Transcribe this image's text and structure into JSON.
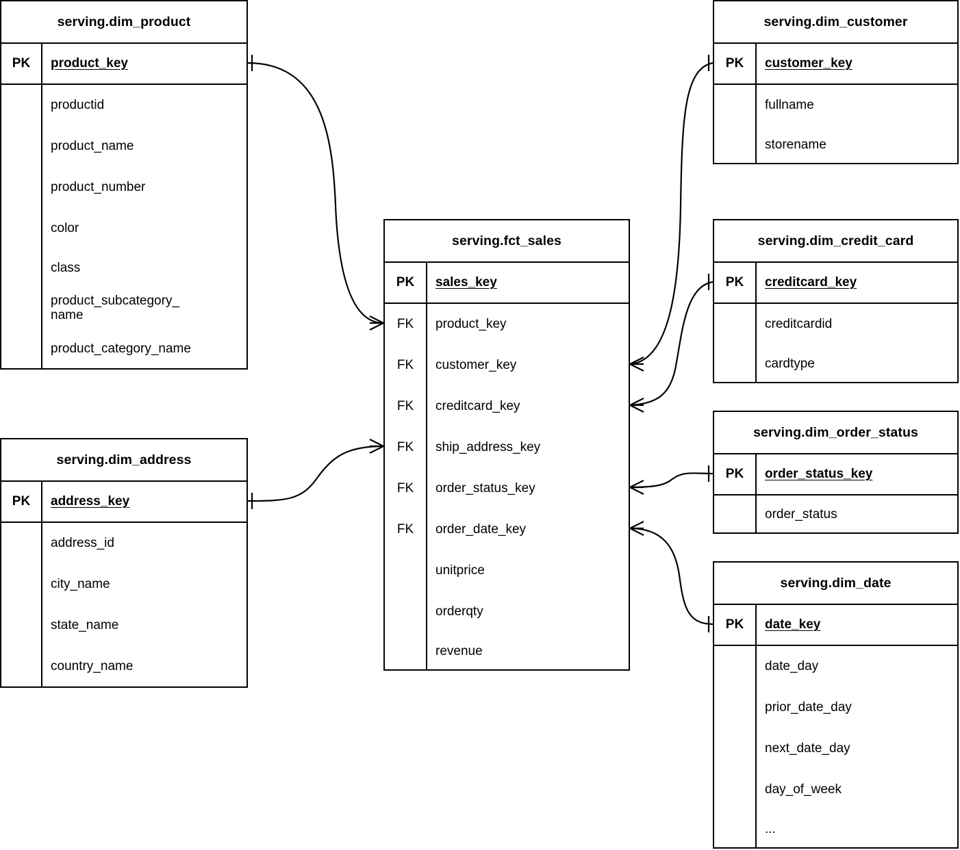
{
  "diagram": {
    "type": "entity-relationship-diagram",
    "notation": "crow's-foot",
    "background_color": "#ffffff",
    "line_color": "#000000"
  },
  "entities": [
    {
      "id": "dim_product",
      "title": "serving.dim_product",
      "pk": {
        "key_label": "PK",
        "field": "product_key"
      },
      "attributes": [
        {
          "key_label": "",
          "field": "productid"
        },
        {
          "key_label": "",
          "field": "product_name"
        },
        {
          "key_label": "",
          "field": "product_number"
        },
        {
          "key_label": "",
          "field": "color"
        },
        {
          "key_label": "",
          "field": "class"
        },
        {
          "key_label": "",
          "field": "product_subcategory_\nname"
        },
        {
          "key_label": "",
          "field": "product_category_name"
        }
      ]
    },
    {
      "id": "dim_address",
      "title": "serving.dim_address",
      "pk": {
        "key_label": "PK",
        "field": "address_key"
      },
      "attributes": [
        {
          "key_label": "",
          "field": "address_id"
        },
        {
          "key_label": "",
          "field": "city_name"
        },
        {
          "key_label": "",
          "field": "state_name"
        },
        {
          "key_label": "",
          "field": "country_name"
        }
      ]
    },
    {
      "id": "fct_sales",
      "title": "serving.fct_sales",
      "pk": {
        "key_label": "PK",
        "field": "sales_key"
      },
      "attributes": [
        {
          "key_label": "FK",
          "field": "product_key"
        },
        {
          "key_label": "FK",
          "field": "customer_key"
        },
        {
          "key_label": "FK",
          "field": "creditcard_key"
        },
        {
          "key_label": "FK",
          "field": "ship_address_key"
        },
        {
          "key_label": "FK",
          "field": "order_status_key"
        },
        {
          "key_label": "FK",
          "field": "order_date_key"
        },
        {
          "key_label": "",
          "field": "unitprice"
        },
        {
          "key_label": "",
          "field": "orderqty"
        },
        {
          "key_label": "",
          "field": "revenue"
        }
      ]
    },
    {
      "id": "dim_customer",
      "title": "serving.dim_customer",
      "pk": {
        "key_label": "PK",
        "field": "customer_key"
      },
      "attributes": [
        {
          "key_label": "",
          "field": "fullname"
        },
        {
          "key_label": "",
          "field": "storename"
        }
      ]
    },
    {
      "id": "dim_credit_card",
      "title": "serving.dim_credit_card",
      "pk": {
        "key_label": "PK",
        "field": "creditcard_key"
      },
      "attributes": [
        {
          "key_label": "",
          "field": "creditcardid"
        },
        {
          "key_label": "",
          "field": "cardtype"
        }
      ]
    },
    {
      "id": "dim_order_status",
      "title": "serving.dim_order_status",
      "pk": {
        "key_label": "PK",
        "field": "order_status_key"
      },
      "attributes": [
        {
          "key_label": "",
          "field": "order_status"
        }
      ]
    },
    {
      "id": "dim_date",
      "title": "serving.dim_date",
      "pk": {
        "key_label": "PK",
        "field": "date_key"
      },
      "attributes": [
        {
          "key_label": "",
          "field": "date_day"
        },
        {
          "key_label": "",
          "field": "prior_date_day"
        },
        {
          "key_label": "",
          "field": "next_date_day"
        },
        {
          "key_label": "",
          "field": "day_of_week"
        },
        {
          "key_label": "",
          "field": "..."
        }
      ]
    }
  ],
  "relationships": [
    {
      "id": "rel-product-sales",
      "from_entity": "dim_product",
      "from_field": "product_key",
      "from_cardinality": "one",
      "to_entity": "fct_sales",
      "to_field": "product_key",
      "to_cardinality": "many"
    },
    {
      "id": "rel-customer-sales",
      "from_entity": "dim_customer",
      "from_field": "customer_key",
      "from_cardinality": "one",
      "to_entity": "fct_sales",
      "to_field": "customer_key",
      "to_cardinality": "many"
    },
    {
      "id": "rel-creditcard-sales",
      "from_entity": "dim_credit_card",
      "from_field": "creditcard_key",
      "from_cardinality": "one",
      "to_entity": "fct_sales",
      "to_field": "creditcard_key",
      "to_cardinality": "many"
    },
    {
      "id": "rel-address-sales",
      "from_entity": "dim_address",
      "from_field": "address_key",
      "from_cardinality": "one",
      "to_entity": "fct_sales",
      "to_field": "ship_address_key",
      "to_cardinality": "many"
    },
    {
      "id": "rel-orderstatus-sales",
      "from_entity": "dim_order_status",
      "from_field": "order_status_key",
      "from_cardinality": "one",
      "to_entity": "fct_sales",
      "to_field": "order_status_key",
      "to_cardinality": "many"
    },
    {
      "id": "rel-date-sales",
      "from_entity": "dim_date",
      "from_field": "date_key",
      "from_cardinality": "one",
      "to_entity": "fct_sales",
      "to_field": "order_date_key",
      "to_cardinality": "many"
    }
  ]
}
